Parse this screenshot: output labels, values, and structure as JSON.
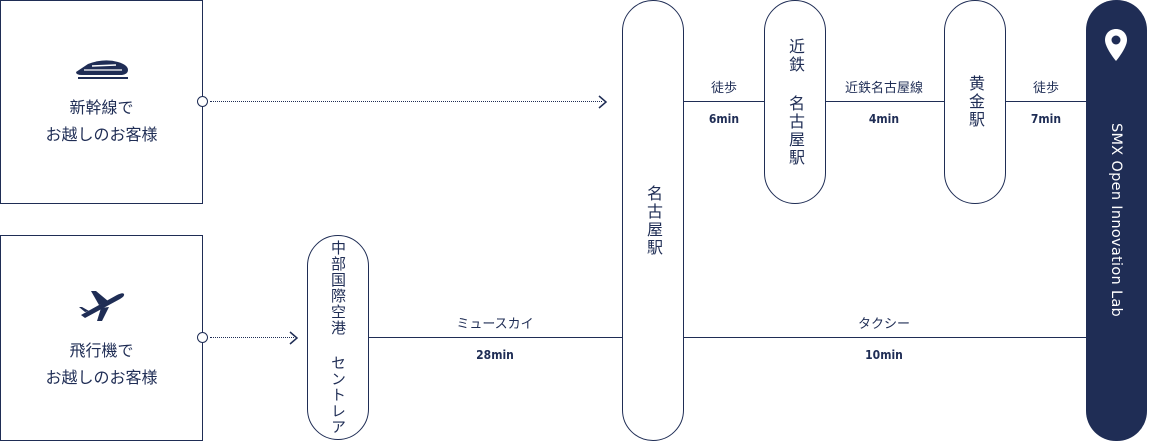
{
  "sources": {
    "shinkansen": {
      "label": "新幹線で\nお越しのお客様",
      "icon": "train-icon"
    },
    "airplane": {
      "label": "飛行機で\nお越しのお客様",
      "icon": "airplane-icon"
    }
  },
  "stations": {
    "nagoya": "名古屋駅",
    "centrair": "中部国際空港 セントレア",
    "kintetsu_nagoya": "近鉄 名古屋駅",
    "kogane": "黄金駅"
  },
  "segments": {
    "walk1": {
      "mode": "徒歩",
      "time": "6min"
    },
    "kintetsu": {
      "mode": "近鉄名古屋線",
      "time": "4min"
    },
    "walk2": {
      "mode": "徒歩",
      "time": "7min"
    },
    "muskai": {
      "mode": "ミュースカイ",
      "time": "28min"
    },
    "taxi": {
      "mode": "タクシー",
      "time": "10min"
    }
  },
  "destination": {
    "name": "SMX Open Innovation Lab",
    "icon": "map-pin-icon"
  },
  "colors": {
    "navy": "#1f2d55",
    "background": "#ffffff"
  }
}
